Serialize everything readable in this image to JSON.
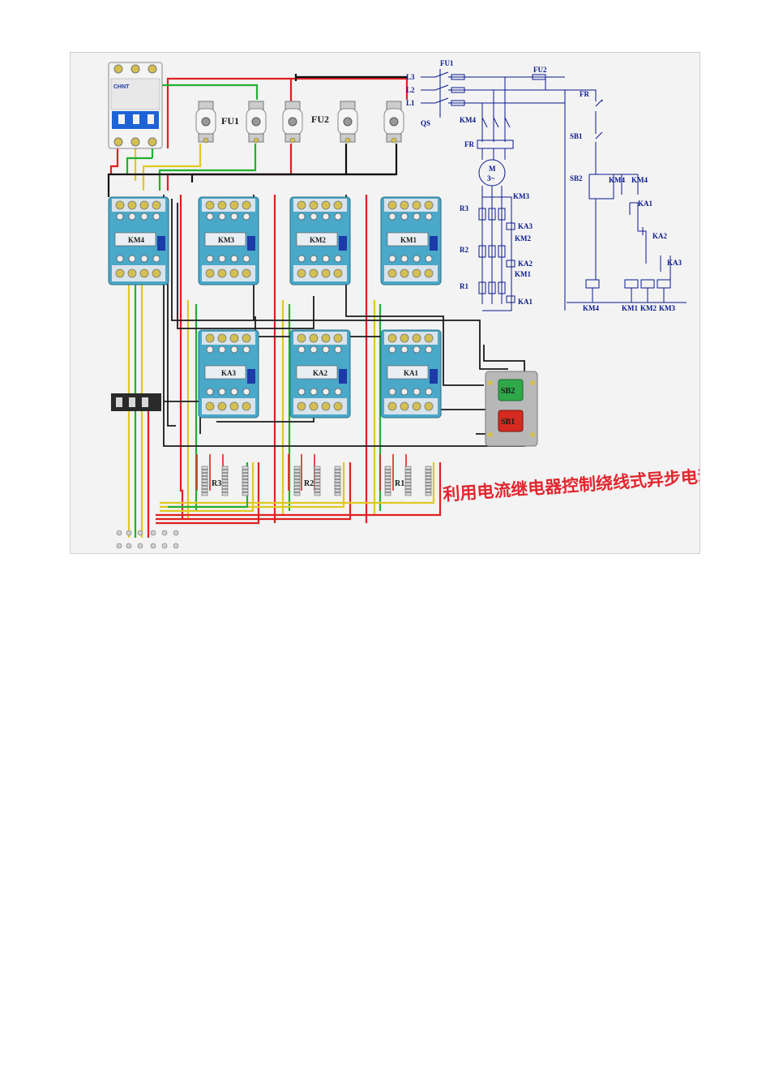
{
  "panel": {
    "breaker": {
      "brand": "CHNT"
    },
    "fuse_labels": {
      "fu1": "FU1",
      "fu2": "FU2"
    },
    "contactors": [
      {
        "id": "km4",
        "label": "KM4"
      },
      {
        "id": "km3",
        "label": "KM3"
      },
      {
        "id": "km2",
        "label": "KM2"
      },
      {
        "id": "km1",
        "label": "KM1"
      }
    ],
    "relays": [
      {
        "id": "ka3",
        "label": "KA3"
      },
      {
        "id": "ka2",
        "label": "KA2"
      },
      {
        "id": "ka1",
        "label": "KA1"
      }
    ],
    "resistors": [
      {
        "id": "r3",
        "label": "R3"
      },
      {
        "id": "r2",
        "label": "R2"
      },
      {
        "id": "r1",
        "label": "R1"
      }
    ],
    "buttons": {
      "sb2": "SB2",
      "sb1": "SB1"
    },
    "title": "利用电流继电器控制绕线式异步电动机起动控制线路"
  },
  "schematic": {
    "lines": [
      "L3",
      "L2",
      "L1"
    ],
    "qs": "QS",
    "fu1": "FU1",
    "fu2": "FU2",
    "km4_main": "KM4",
    "fr": "FR",
    "motor": "M",
    "motor_sub": "3~",
    "rotor_r": [
      "R3",
      "R2",
      "R1"
    ],
    "rotor_km": [
      "KM3",
      "KM2",
      "KM1"
    ],
    "rotor_ka": [
      "KA3",
      "KA2",
      "KA1"
    ],
    "ctrl_fr": "FR",
    "ctrl_sb1": "SB1",
    "ctrl_sb2": "SB2",
    "ctrl_km4_a": "KM4",
    "ctrl_km4_b": "KM4",
    "ctrl_ka1": "KA1",
    "ctrl_ka2": "KA2",
    "ctrl_ka3": "KA3",
    "coils": [
      "KM4",
      "KM1",
      "KM2",
      "KM3"
    ]
  }
}
